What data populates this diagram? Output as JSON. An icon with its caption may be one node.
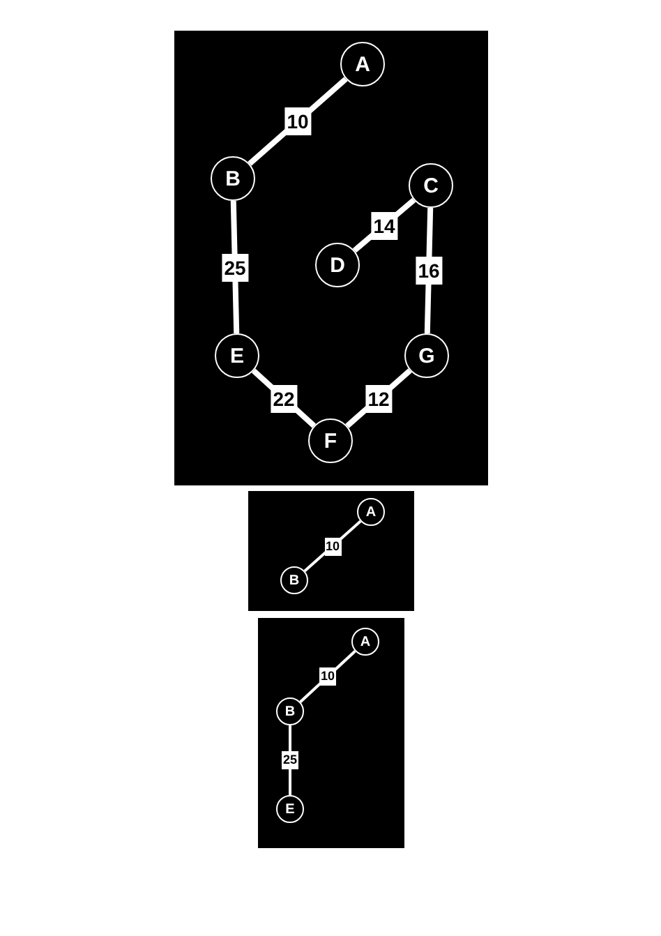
{
  "diagram": {
    "nodes": [
      {
        "text": [],
        "shape": "box"
      },
      {
        "text": [
          "A"
        ],
        "in": 0
      },
      {
        "text": [
          "B"
        ],
        "in": 0
      },
      {
        "text": [
          "C"
        ],
        "in": 0
      },
      {
        "text": [
          "D"
        ],
        "in": 0
      },
      {
        "text": [
          "E"
        ],
        "in": 0
      },
      {
        "text": [
          "G"
        ],
        "in": 0
      },
      {
        "text": [
          "F"
        ],
        "in": 0
      },
      {
        "text": [],
        "shape": "box"
      },
      {
        "text": [
          "A"
        ],
        "in": 8
      },
      {
        "text": [
          "B"
        ],
        "in": 8
      },
      {
        "text": [],
        "shape": "box"
      },
      {
        "text": [
          "A"
        ],
        "in": 11
      },
      {
        "text": [
          "B"
        ],
        "in": 11
      },
      {
        "text": [
          "E"
        ],
        "in": 11
      }
    ],
    "edges": [
      {
        "from": 1,
        "to": 2,
        "arrow": "none",
        "label": "10"
      },
      {
        "from": 2,
        "to": 5,
        "arrow": "none",
        "label": "25"
      },
      {
        "from": 3,
        "to": 4,
        "arrow": "none",
        "label": "14"
      },
      {
        "from": 3,
        "to": 6,
        "arrow": "none",
        "label": "16"
      },
      {
        "from": 5,
        "to": 7,
        "arrow": "none",
        "label": "22"
      },
      {
        "from": 6,
        "to": 7,
        "arrow": "none",
        "label": "12"
      },
      {
        "from": 9,
        "to": 10,
        "arrow": "none",
        "label": "10"
      },
      {
        "from": 12,
        "to": 13,
        "arrow": "none",
        "label": "10"
      },
      {
        "from": 13,
        "to": 14,
        "arrow": "none",
        "label": "25"
      }
    ]
  }
}
